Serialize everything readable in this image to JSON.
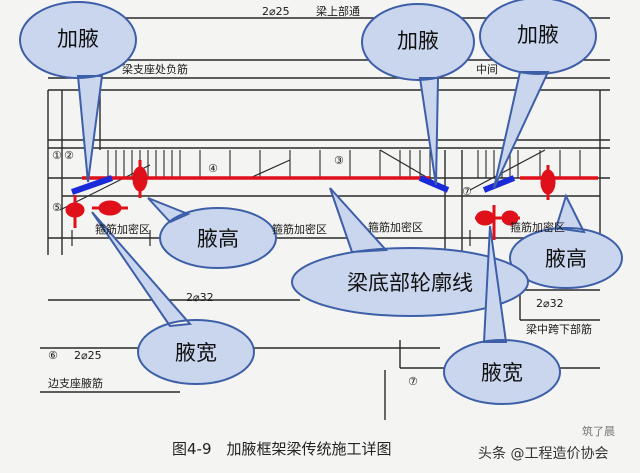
{
  "diagram": {
    "figure_title": "图4-9　加腋框架梁传统施工详图",
    "watermark": "头条 @工程造价协会",
    "watermark_corner": "筑了晨",
    "colors": {
      "beam_bottom_line": "#e0101a",
      "haunch_line": "#1a2ad8",
      "bubble_fill": "#c9d6ee",
      "bubble_stroke": "#3d5fa8",
      "drawing_ink": "#2a2a2a"
    },
    "callouts": {
      "haunch_top_left": "加腋",
      "haunch_top_mid": "加腋",
      "haunch_top_right": "加腋",
      "haunch_height_left": "腋高",
      "haunch_height_right": "腋高",
      "beam_bottom_contour": "梁底部轮廓线",
      "haunch_width_left": "腋宽",
      "haunch_width_right": "腋宽"
    },
    "drawing_labels": {
      "top_rebar": "2⌀25",
      "top_beam_label": "梁上部通",
      "support_negative": "梁支座处负筋",
      "mid_label": "中间",
      "stirrup_zone_left": "箍筋加密区",
      "stirrup_zone_left_b": "箍筋加密区",
      "stirrup_zone_mid": "箍筋加密区",
      "stirrup_zone_right": "箍筋加密区",
      "bottom_rebar_left": "2⌀32",
      "bottom_rebar_right": "2⌀32",
      "mid_span_bottom": "梁中跨下部筋",
      "side_rebar": "2⌀25",
      "side_support": "边支座腋筋",
      "circle_6": "⑥",
      "circle_7": "⑦",
      "circle_5": "⑤",
      "circle_1": "①",
      "circle_2": "②",
      "circle_3": "③",
      "circle_4": "④",
      "circle_7b": "⑦"
    }
  }
}
